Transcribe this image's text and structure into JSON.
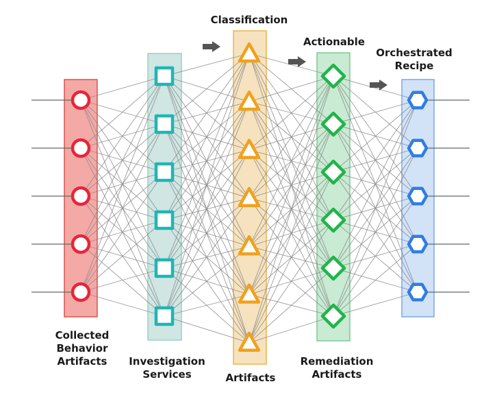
{
  "diagram": {
    "layers": [
      {
        "id": "collected",
        "node_count": 5,
        "shape": "circle",
        "stroke": "#e8253a",
        "fill": "#f3a9a6",
        "band_stroke": "#e0504f"
      },
      {
        "id": "investigation",
        "node_count": 6,
        "shape": "square",
        "stroke": "#1fb5b5",
        "fill": "#cfe6e3",
        "band_stroke": "#9ccfc9"
      },
      {
        "id": "classification",
        "node_count": 7,
        "shape": "triangle",
        "stroke": "#f0a11c",
        "fill": "#f6e2bf",
        "band_stroke": "#f0b24a"
      },
      {
        "id": "remediation",
        "node_count": 6,
        "shape": "diamond",
        "stroke": "#1fb54a",
        "fill": "#c9ead3",
        "band_stroke": "#7cc996"
      },
      {
        "id": "orchestrated",
        "node_count": 5,
        "shape": "hexagon",
        "stroke": "#2f7de6",
        "fill": "#d2e2f7",
        "band_stroke": "#7aa7e6"
      }
    ],
    "edge_color": "#8a8a8a",
    "arrow_color": "#555555",
    "labels": {
      "collected": [
        "Collected",
        "Behavior",
        "Artifacts"
      ],
      "investigation": [
        "Investigation",
        "Services"
      ],
      "classification_top": "Classification",
      "classification_bottom": "Artifacts",
      "actionable": "Actionable",
      "remediation": [
        "Remediation",
        "Artifacts"
      ],
      "orchestrated": [
        "Orchestrated",
        "Recipe"
      ]
    }
  }
}
